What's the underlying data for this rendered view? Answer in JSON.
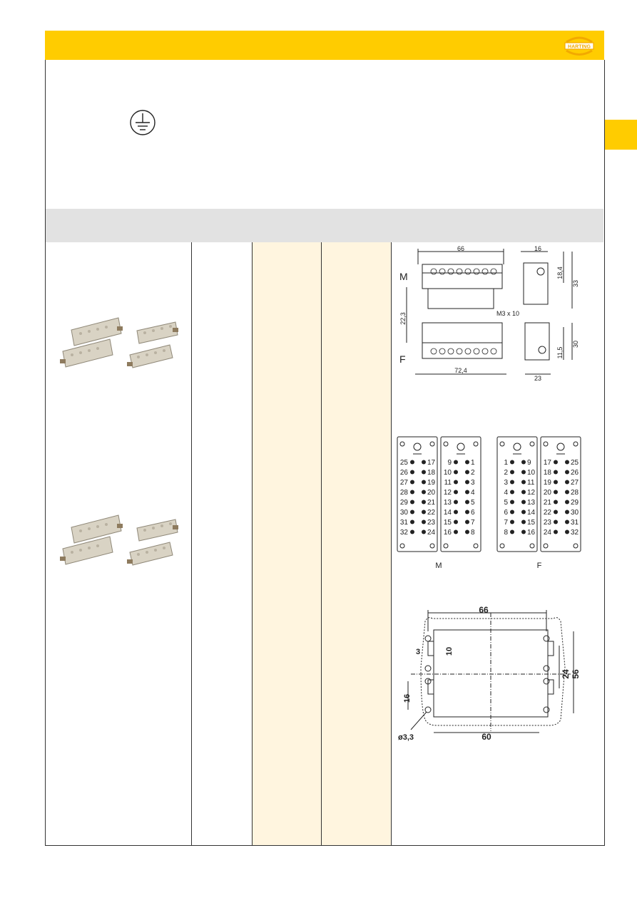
{
  "logo": {
    "text": "HARTING",
    "color": "#F2A900"
  },
  "colors": {
    "accent": "#FFCC00",
    "band": "#E2E2E2",
    "highlight_column": "#FFF5DF"
  },
  "icons": {
    "earth": "protective-earth-icon"
  },
  "dimension_drawing": {
    "top_width": "66",
    "side_width": "16",
    "h1": "18,4",
    "h2": "33",
    "side_label_left": "22,3",
    "screw": "M3 x 10",
    "bottom_width": "72,4",
    "side_width_f": "23",
    "h3": "11,5",
    "h4": "30",
    "male_label": "M",
    "female_label": "F"
  },
  "pin_layout": {
    "male_label": "M",
    "female_label": "F",
    "m_left": [
      [
        "25",
        "17"
      ],
      [
        "26",
        "18"
      ],
      [
        "27",
        "19"
      ],
      [
        "28",
        "20"
      ],
      [
        "29",
        "21"
      ],
      [
        "30",
        "22"
      ],
      [
        "31",
        "23"
      ],
      [
        "32",
        "24"
      ]
    ],
    "m_right": [
      [
        "9",
        "1"
      ],
      [
        "10",
        "2"
      ],
      [
        "11",
        "3"
      ],
      [
        "12",
        "4"
      ],
      [
        "13",
        "5"
      ],
      [
        "14",
        "6"
      ],
      [
        "15",
        "7"
      ],
      [
        "16",
        "8"
      ]
    ],
    "f_left": [
      [
        "1",
        "9"
      ],
      [
        "2",
        "10"
      ],
      [
        "3",
        "11"
      ],
      [
        "4",
        "12"
      ],
      [
        "5",
        "13"
      ],
      [
        "6",
        "14"
      ],
      [
        "7",
        "15"
      ],
      [
        "8",
        "16"
      ]
    ],
    "f_right": [
      [
        "17",
        "25"
      ],
      [
        "18",
        "26"
      ],
      [
        "19",
        "27"
      ],
      [
        "20",
        "28"
      ],
      [
        "21",
        "29"
      ],
      [
        "22",
        "30"
      ],
      [
        "23",
        "31"
      ],
      [
        "24",
        "32"
      ]
    ]
  },
  "panel_cutout": {
    "top_width": "66",
    "bottom_width": "60",
    "d3": "3",
    "d10": "10",
    "d16": "16",
    "h24": "24",
    "h56": "56",
    "hole": "ø3,3"
  }
}
